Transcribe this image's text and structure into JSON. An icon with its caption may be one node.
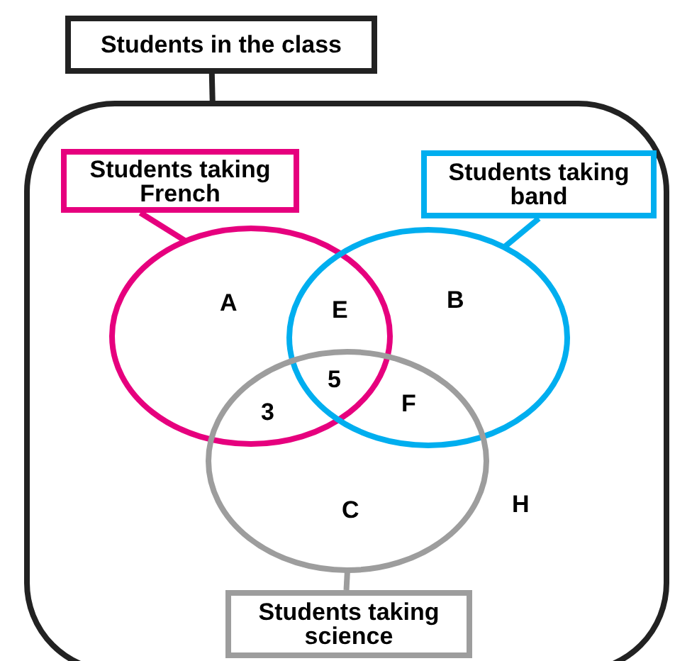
{
  "diagram": {
    "nodes": [
      {
        "text": [
          "Students in the class"
        ]
      },
      {
        "text": [],
        "shape": "box"
      },
      {
        "text": [
          "Students taking French"
        ],
        "in": 1
      },
      {
        "text": [
          "Students taking band"
        ],
        "in": 1
      },
      {
        "text": [],
        "shape": "circle",
        "in": 1
      },
      {
        "text": [],
        "shape": "circle",
        "in": 1
      },
      {
        "text": [],
        "shape": "circle",
        "in": 1
      },
      {
        "text": [
          "Students taking science"
        ],
        "in": 1
      }
    ],
    "edges": [
      {
        "from": 0,
        "to": 1,
        "arrow": "none"
      },
      {
        "from": 2,
        "to": 4,
        "arrow": "none",
        "color": "#e6007e"
      },
      {
        "from": 3,
        "to": 5,
        "arrow": "none",
        "color": "#00aeef"
      },
      {
        "from": 7,
        "to": 6,
        "arrow": "none",
        "color": "#9d9d9d"
      }
    ],
    "labels": [
      "A",
      "E",
      "B",
      "5",
      "3",
      "F",
      "C",
      "H"
    ]
  }
}
